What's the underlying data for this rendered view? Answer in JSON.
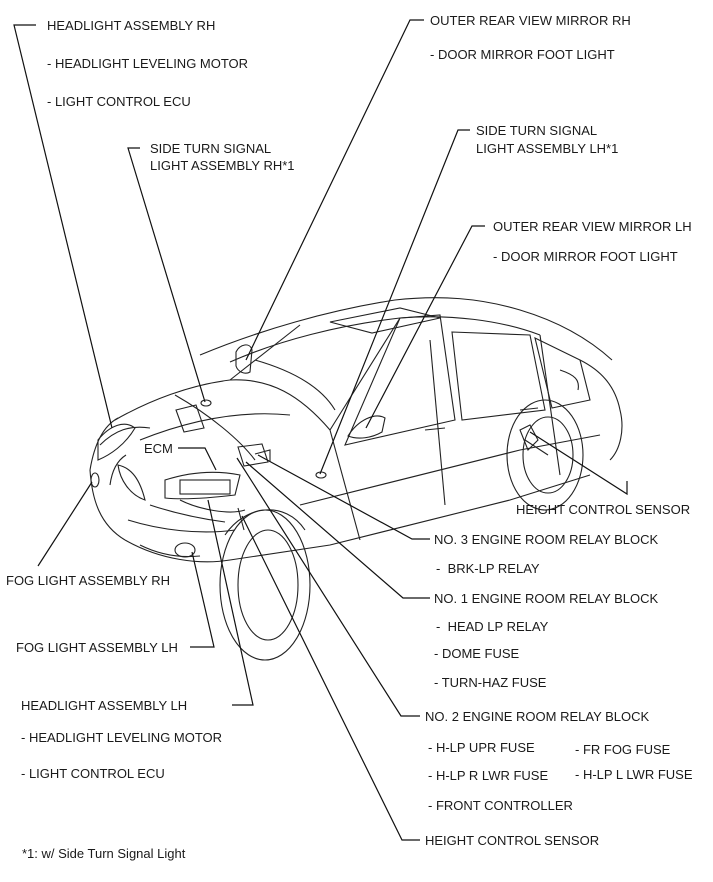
{
  "labels": {
    "headlight_rh": "HEADLIGHT ASSEMBLY RH",
    "headlight_rh_sub1": "- HEADLIGHT LEVELING MOTOR",
    "headlight_rh_sub2": "- LIGHT CONTROL ECU",
    "side_turn_rh_1": "SIDE TURN SIGNAL",
    "side_turn_rh_2": "LIGHT ASSEMBLY RH*1",
    "mirror_rh": "OUTER REAR VIEW MIRROR RH",
    "mirror_rh_sub": "- DOOR MIRROR FOOT LIGHT",
    "side_turn_lh_1": "SIDE TURN SIGNAL",
    "side_turn_lh_2": "LIGHT ASSEMBLY LH*1",
    "mirror_lh": "OUTER REAR VIEW MIRROR LH",
    "mirror_lh_sub": "- DOOR MIRROR FOOT LIGHT",
    "ecm": "ECM",
    "height_sensor_rear": "HEIGHT CONTROL SENSOR",
    "relay3": "NO. 3 ENGINE ROOM RELAY BLOCK",
    "relay3_sub1": "BRK-LP RELAY",
    "fog_rh": "FOG LIGHT ASSEMBLY RH",
    "relay1": "NO. 1 ENGINE ROOM RELAY BLOCK",
    "relay1_sub1": "HEAD LP RELAY",
    "fog_lh": "FOG LIGHT ASSEMBLY LH",
    "relay1_sub2": "- DOME FUSE",
    "relay1_sub3": "- TURN-HAZ FUSE",
    "headlight_lh": "HEADLIGHT ASSEMBLY LH",
    "relay2": "NO. 2 ENGINE ROOM RELAY BLOCK",
    "headlight_lh_sub1": "- HEADLIGHT LEVELING MOTOR",
    "relay2_sub1": "- H-LP UPR FUSE",
    "relay2_sub2": "- FR FOG FUSE",
    "headlight_lh_sub2": "- LIGHT CONTROL ECU",
    "relay2_sub3": "- H-LP R LWR FUSE",
    "relay2_sub4": "- H-LP L LWR FUSE",
    "relay2_sub5": "- FRONT CONTROLLER",
    "footnote": "*1: w/ Side Turn Signal Light",
    "height_sensor_front": "HEIGHT CONTROL SENSOR"
  }
}
